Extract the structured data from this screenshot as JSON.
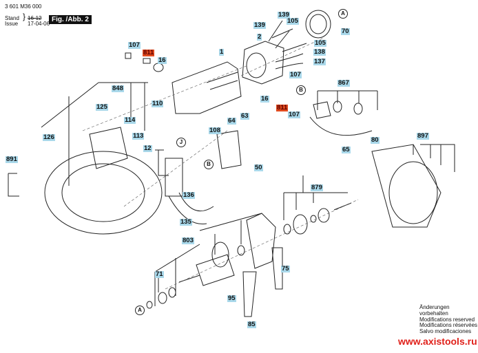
{
  "header": {
    "part_number": "3 601 M36 000",
    "stand_label": "Stand",
    "issue_label": "Issue",
    "stand_value": "16-12",
    "issue_value": "17-04-06",
    "figure_title": "Fig. /Abb. 2"
  },
  "labels": {
    "l139a": "139",
    "l139b": "139",
    "l105a": "105",
    "l70": "70",
    "l2": "2",
    "l105b": "105",
    "l138": "138",
    "l137": "137",
    "l107a": "107",
    "l107b": "107",
    "l811a": "811",
    "l16a": "16",
    "l1": "1",
    "l848": "848",
    "l125": "125",
    "l110": "110",
    "l114": "114",
    "l113": "113",
    "l126": "126",
    "l12": "12",
    "l891": "891",
    "l867": "867",
    "l16b": "16",
    "l811b": "811",
    "l107c": "107",
    "l63": "63",
    "l64": "64",
    "l108": "108",
    "l50": "50",
    "l65": "65",
    "l80": "80",
    "l897": "897",
    "l136": "136",
    "l135": "135",
    "l879": "879",
    "l803": "803",
    "l71": "71",
    "l75": "75",
    "l95": "95",
    "l85": "85"
  },
  "reference_markers": {
    "a_top": "A",
    "b_top": "B",
    "j": "J",
    "b_mid": "B",
    "a_bottom": "A"
  },
  "notes": [
    "Änderungen vorbehalten",
    "Modifications reserved",
    "Modifications réservées",
    "Salvo modificaciones"
  ],
  "website": "www.axistools.ru",
  "colors": {
    "label_bg": "#a9d8ea",
    "highlight_bg": "#e04a1e",
    "website": "#e0201a"
  }
}
